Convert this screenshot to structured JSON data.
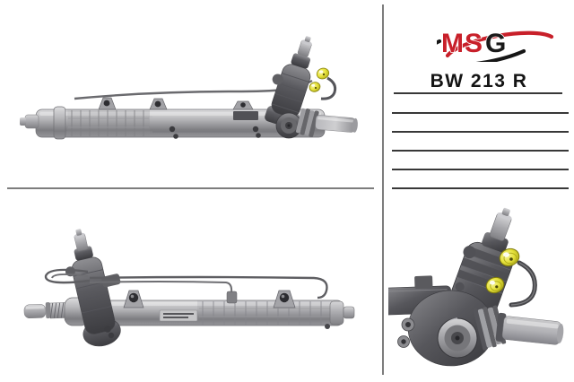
{
  "brand": {
    "text_primary": "MS",
    "text_secondary": "G",
    "color_primary": "#c8202a",
    "color_secondary": "#1a1a1a"
  },
  "part": {
    "number": "BW 213 R"
  },
  "spec_table": {
    "rows": 6
  },
  "photos": {
    "top": {
      "label": "steering-rack-side-view"
    },
    "bottom": {
      "label": "steering-rack-reverse-view"
    },
    "closeup": {
      "label": "valve-housing-closeup"
    }
  },
  "palette": {
    "background": "#ffffff",
    "divider": "#7d7d7d",
    "rule_line": "#383838",
    "cap_yellow": "#e5e13a"
  }
}
